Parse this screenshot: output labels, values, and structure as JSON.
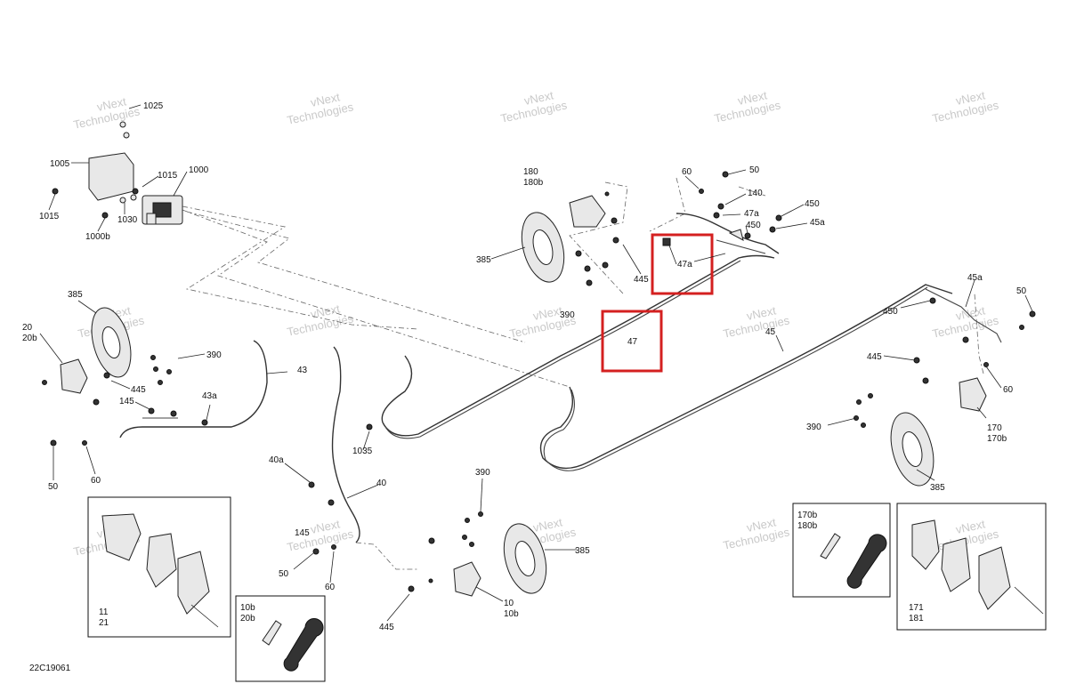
{
  "diagram_id": "22C19061",
  "watermark": {
    "line1": "vNext",
    "line2": "Technologies",
    "small": "vNext Technologies"
  },
  "colors": {
    "highlight": "#d42020",
    "line": "#333333",
    "watermark": "#c9c9c9"
  },
  "labels": {
    "l1025": "1025",
    "l1005": "1005",
    "l1015a": "1015",
    "l1000": "1000",
    "l1015b": "1015",
    "l1030": "1030",
    "l1000b": "1000b",
    "l180": "180",
    "l180b": "180b",
    "l385a": "385",
    "l445a": "445",
    "l390a": "390",
    "l60a": "60",
    "l50a": "50",
    "l140": "140",
    "l47a1": "47a",
    "l450a": "450",
    "l450b": "450",
    "l45a1": "45a",
    "l47a2": "47a",
    "l47": "47",
    "l45a2": "45a",
    "l50b": "50",
    "l450c": "450",
    "l45": "45",
    "l445b": "445",
    "l60b": "60",
    "l390b": "390",
    "l170": "170",
    "l170b": "170b",
    "l385b": "385",
    "l385c": "385",
    "l20": "20",
    "l20b": "20b",
    "l390c": "390",
    "l445c": "445",
    "l43": "43",
    "l145a": "145",
    "l43a": "43a",
    "l50c": "50",
    "l60c": "60",
    "l1035": "1035",
    "l40a": "40a",
    "l40": "40",
    "l145b": "145",
    "l50d": "50",
    "l60d": "60",
    "l390d": "390",
    "l385d": "385",
    "l10": "10",
    "l10b": "10b",
    "l445d": "445",
    "l11": "11",
    "l21": "21",
    "l10bx": "10b",
    "l20bx": "20b",
    "l170bx": "170b",
    "l180bx": "180b",
    "l171": "171",
    "l181": "181"
  }
}
